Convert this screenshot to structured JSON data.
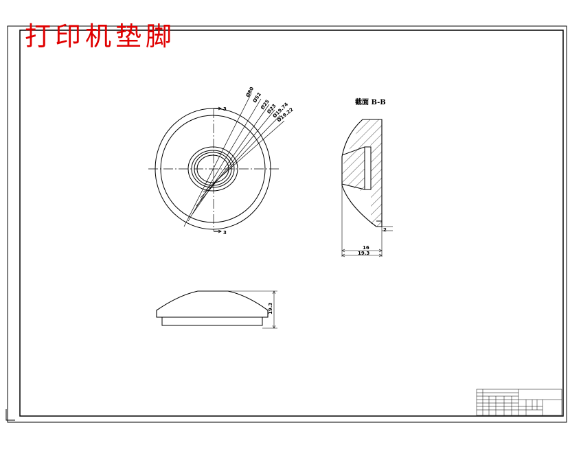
{
  "title": "打印机垫脚",
  "front_view": {
    "cut_markers": [
      "3",
      "3"
    ],
    "diameters": [
      "Ø80",
      "Ø52",
      "Ø25",
      "Ø23",
      "Ø19.74",
      "Ø19.22"
    ]
  },
  "section_view": {
    "label": "截面 B-B",
    "dims": [
      "2",
      "16",
      "19.3"
    ]
  },
  "side_view": {
    "height_dim": "19.3"
  },
  "colors": {
    "title": "#e00000",
    "line": "#000000",
    "paper": "#ffffff"
  }
}
